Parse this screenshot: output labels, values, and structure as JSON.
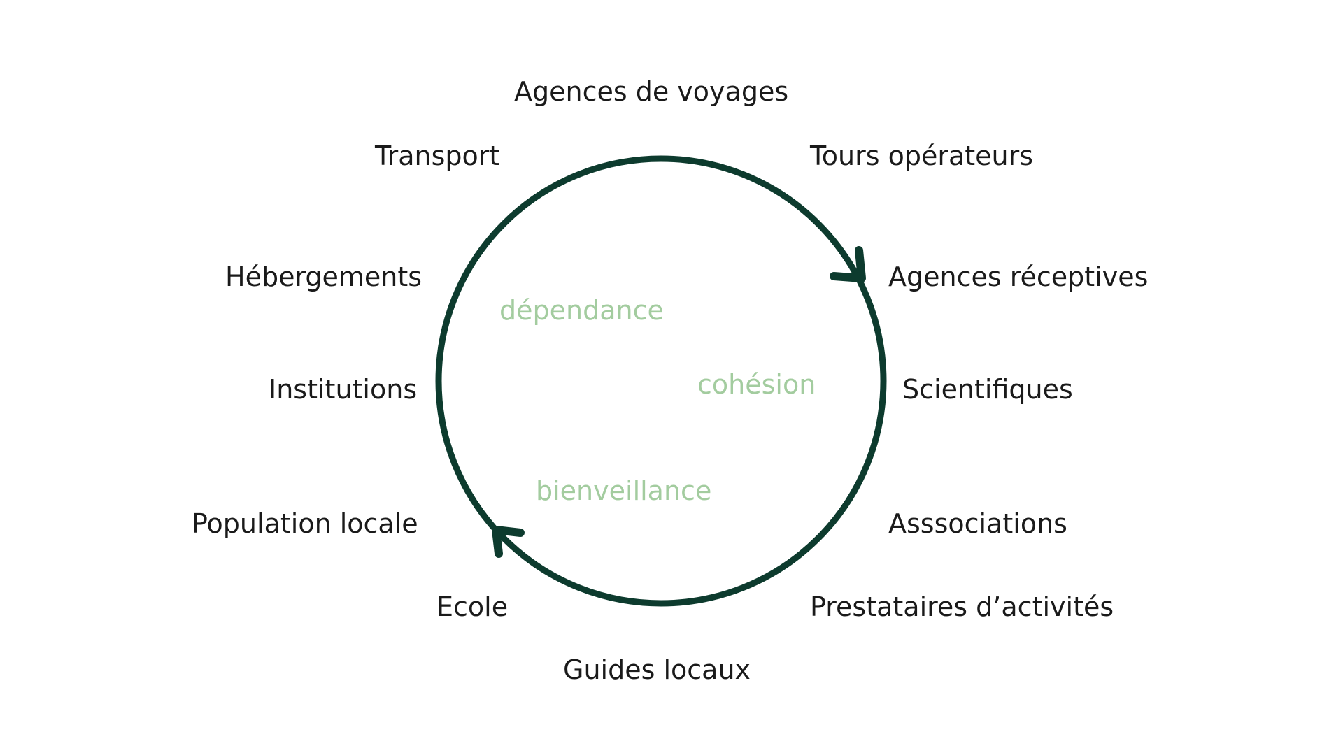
{
  "diagram": {
    "colors": {
      "ring": "#0d3b2e",
      "label_text": "#1a1a1a",
      "center_text": "#a3cc9f",
      "background": "#ffffff"
    },
    "outer_labels": {
      "agences_de_voyages": "Agences de voyages",
      "tours_operateurs": "Tours opérateurs",
      "agences_receptives": "Agences réceptives",
      "scientifiques": "Scientifiques",
      "associations": "Asssociations",
      "prestataires": "Prestataires d’activités",
      "guides_locaux": "Guides locaux",
      "ecole": "Ecole",
      "population_locale": "Population locale",
      "institutions": "Institutions",
      "hebergements": "Hébergements",
      "transport": "Transport"
    },
    "center_words": {
      "dependance": "dépendance",
      "cohesion": "cohésion",
      "bienveillance": "bienveillance"
    },
    "icons": {
      "cycle_ring": "circle-arrows-icon"
    }
  }
}
